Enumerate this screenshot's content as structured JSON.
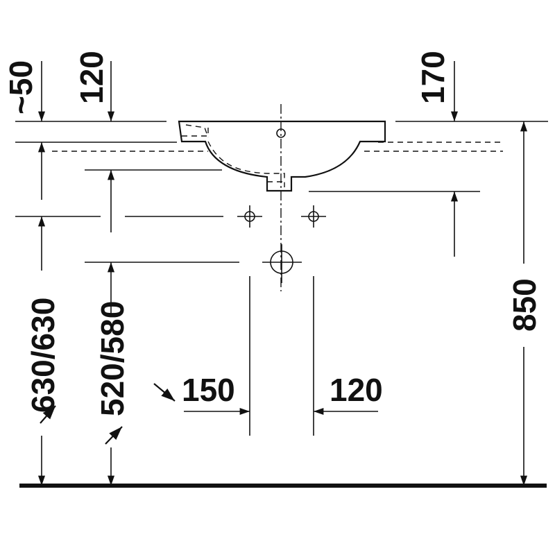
{
  "dimensions": {
    "top_left_offset": "~50",
    "top_left_depth": "120",
    "top_right_depth": "170",
    "height_left": "630/630",
    "height_mid": "520/580",
    "total_height": "850",
    "offset_150": "150",
    "offset_120": "120"
  },
  "colors": {
    "line": "#111111",
    "background": "#ffffff"
  }
}
